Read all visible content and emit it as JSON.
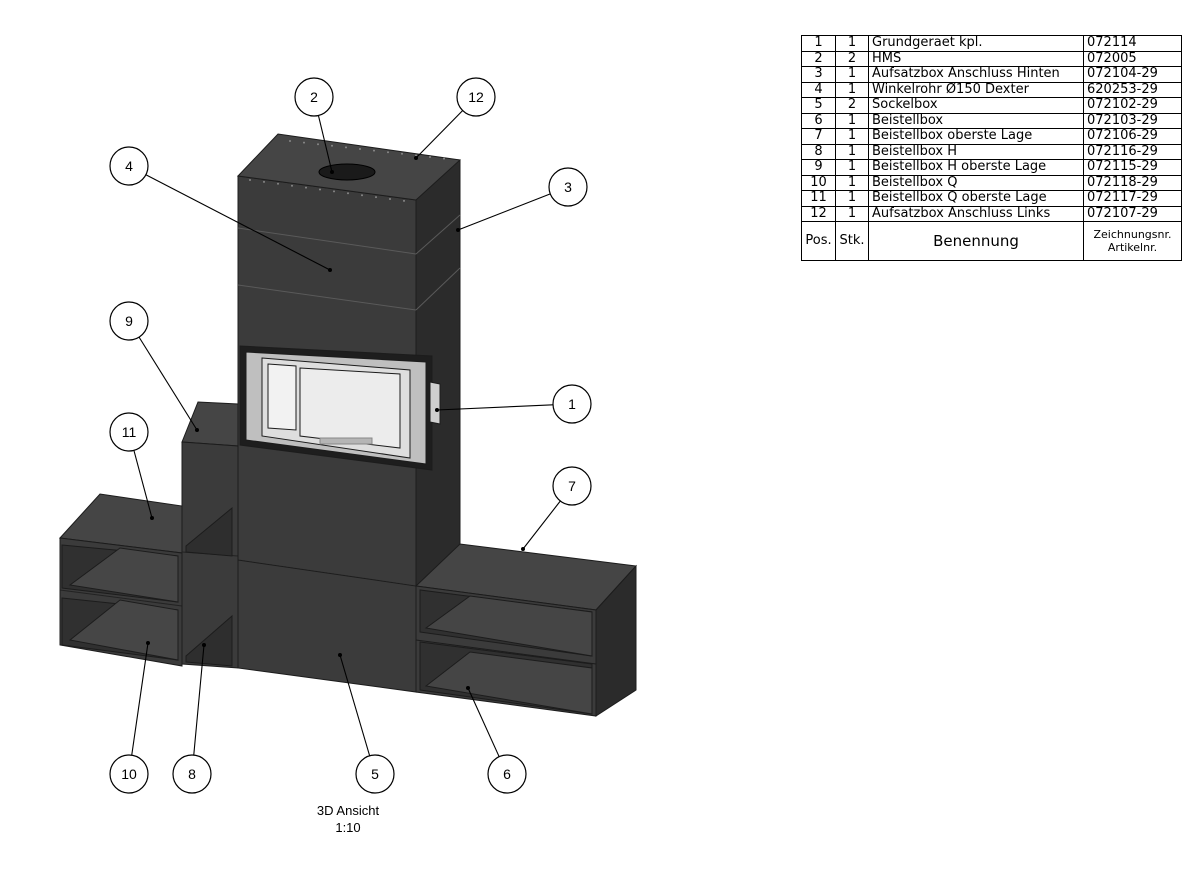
{
  "parts_table": {
    "headers": {
      "pos": "Pos.",
      "qty": "Stk.",
      "name": "Benennung",
      "number_line1": "Zeichnungsnr.",
      "number_line2": "Artikelnr."
    },
    "rows": [
      {
        "pos": "1",
        "qty": "1",
        "name": "Grundgeraet kpl.",
        "number": "072114"
      },
      {
        "pos": "2",
        "qty": "2",
        "name": "HMS",
        "number": "072005"
      },
      {
        "pos": "3",
        "qty": "1",
        "name": "Aufsatzbox Anschluss Hinten",
        "number": "072104-29"
      },
      {
        "pos": "4",
        "qty": "1",
        "name": "Winkelrohr Ø150 Dexter",
        "number": "620253-29"
      },
      {
        "pos": "5",
        "qty": "2",
        "name": "Sockelbox",
        "number": "072102-29"
      },
      {
        "pos": "6",
        "qty": "1",
        "name": "Beistellbox",
        "number": "072103-29"
      },
      {
        "pos": "7",
        "qty": "1",
        "name": "Beistellbox oberste Lage",
        "number": "072106-29"
      },
      {
        "pos": "8",
        "qty": "1",
        "name": "Beistellbox  H",
        "number": "072116-29"
      },
      {
        "pos": "9",
        "qty": "1",
        "name": "Beistellbox H oberste Lage",
        "number": "072115-29"
      },
      {
        "pos": "10",
        "qty": "1",
        "name": "Beistellbox Q",
        "number": "072118-29"
      },
      {
        "pos": "11",
        "qty": "1",
        "name": "Beistellbox Q oberste Lage",
        "number": "072117-29"
      },
      {
        "pos": "12",
        "qty": "1",
        "name": "Aufsatzbox Anschluss Links",
        "number": "072107-29"
      }
    ]
  },
  "view_title": {
    "line1": "3D Ansicht",
    "line2": "1:10"
  },
  "callouts": [
    "1",
    "2",
    "3",
    "4",
    "5",
    "6",
    "7",
    "8",
    "9",
    "10",
    "11",
    "12"
  ],
  "colors": {
    "box_front": "#3b3b3b",
    "box_side": "#2b2b2b",
    "box_top": "#454545",
    "edge": "#1c1c1c",
    "glass": "#dedede",
    "firebox_frame": "#bfbfbf"
  }
}
